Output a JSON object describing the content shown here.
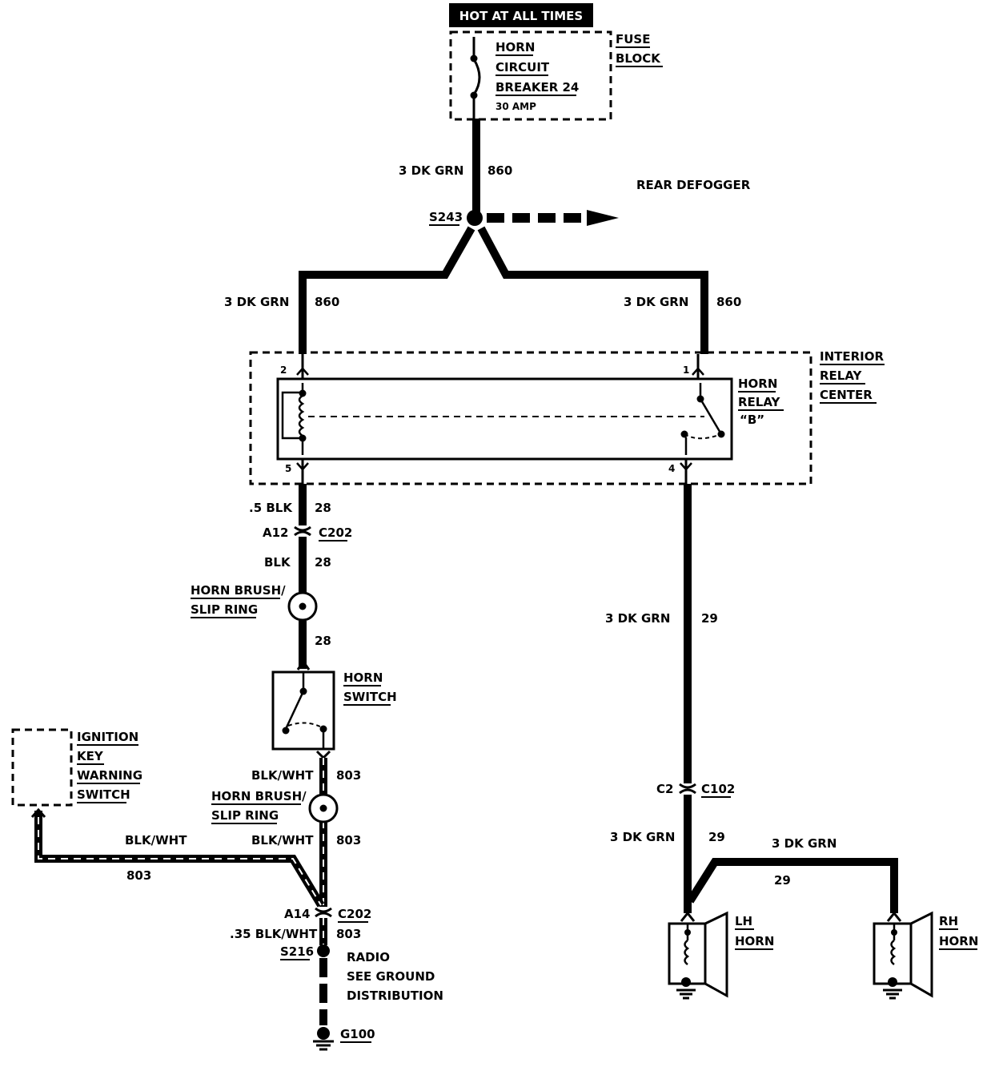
{
  "hot_at_all_times": "HOT AT ALL TIMES",
  "fuse_block": {
    "line1": "FUSE",
    "line2": "BLOCK",
    "breaker_line1": "HORN",
    "breaker_line2": "CIRCUIT",
    "breaker_line3": "BREAKER 24",
    "breaker_rating": "30 AMP"
  },
  "wires": {
    "top_gauge": "3 DK GRN",
    "top_circuit": "860",
    "left_gauge": "3 DK GRN",
    "left_circuit": "860",
    "right_gauge": "3 DK GRN",
    "right_circuit": "860",
    "relay_out_gauge": ".5 BLK",
    "relay_out_circuit": "28",
    "blk_gauge": "BLK",
    "blk_circuit": "28",
    "slip_circuit": "28",
    "switch_out_gauge": "BLK/WHT",
    "switch_out_circuit": "803",
    "brush2_gauge": "BLK/WHT",
    "brush2_circuit": "803",
    "ign_gauge": "BLK/WHT",
    "ign_circuit": "803",
    "ground_gauge": ".35 BLK/WHT",
    "ground_circuit": "803",
    "horn_gauge": "3 DK GRN",
    "horn_circuit": "29",
    "lh_gauge": "3 DK GRN",
    "lh_circuit": "29",
    "rh_gauge": "3 DK GRN",
    "rh_circuit": "29"
  },
  "splices": {
    "s243": "S243",
    "s216": "S216"
  },
  "rear_defogger": "REAR DEFOGGER",
  "relay_center": {
    "line1": "INTERIOR",
    "line2": "RELAY",
    "line3": "CENTER",
    "relay_line1": "HORN",
    "relay_line2": "RELAY",
    "relay_line3": "“B”",
    "pin2": "2",
    "pin1": "1",
    "pin5": "5",
    "pin4": "4"
  },
  "connectors": {
    "a12": "A12",
    "c202_top": "C202",
    "a14": "A14",
    "c202_bottom": "C202",
    "c2": "C2",
    "c102": "C102"
  },
  "horn_brush_1": {
    "line1": "HORN BRUSH/",
    "line2": "SLIP RING"
  },
  "horn_brush_2": {
    "line1": "HORN BRUSH/",
    "line2": "SLIP RING"
  },
  "horn_switch": {
    "line1": "HORN",
    "line2": "SWITCH"
  },
  "ignition_switch": {
    "line1": "IGNITION",
    "line2": "KEY",
    "line3": "WARNING",
    "line4": "SWITCH"
  },
  "radio_note": {
    "line1": "RADIO",
    "line2": "SEE GROUND",
    "line3": "DISTRIBUTION"
  },
  "ground": "G100",
  "lh_horn": {
    "line1": "LH",
    "line2": "HORN"
  },
  "rh_horn": {
    "line1": "RH",
    "line2": "HORN"
  }
}
